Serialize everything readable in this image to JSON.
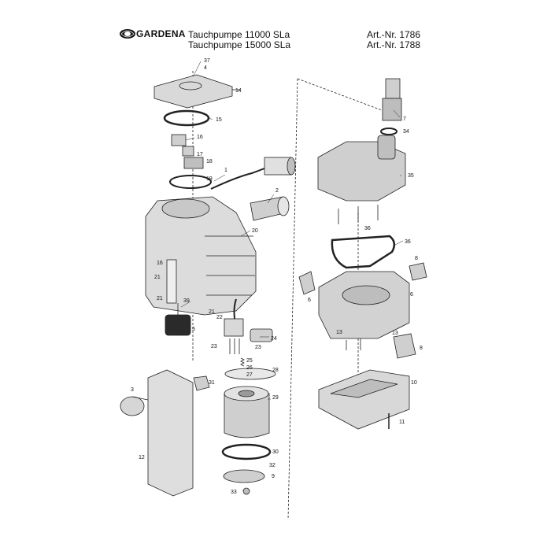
{
  "header": {
    "brand": "GARDENA",
    "model_1": "Tauchpumpe 11000 SLa",
    "model_2": "Tauchpumpe 15000 SLa",
    "art_1": "Art.-Nr. 1786",
    "art_2": "Art.-Nr. 1788",
    "logo_icon": "gardena-flower-logo-icon"
  },
  "callouts": {
    "c1": "1",
    "c2": "2",
    "c3": "3",
    "c4": "4",
    "c5": "5",
    "c6a": "6",
    "c6b": "6",
    "c7": "7",
    "c8a": "8",
    "c8b": "8",
    "c9": "9",
    "c10": "10",
    "c11": "11",
    "c12": "12",
    "c13a": "13",
    "c13b": "13",
    "c14": "14",
    "c15": "15",
    "c16a": "16",
    "c16b": "16",
    "c17": "17",
    "c18": "18",
    "c19": "19",
    "c20": "20",
    "c21a": "21",
    "c21b": "21",
    "c21c": "21",
    "c22": "22",
    "c23a": "23",
    "c23b": "23",
    "c24": "24",
    "c25": "25",
    "c26": "26",
    "c27": "27",
    "c28": "28",
    "c29": "29",
    "c30": "30",
    "c31": "31",
    "c32": "32",
    "c33": "33",
    "c34": "34",
    "c35": "35",
    "c36a": "36",
    "c36b": "36",
    "c37": "37",
    "c39": "39"
  }
}
